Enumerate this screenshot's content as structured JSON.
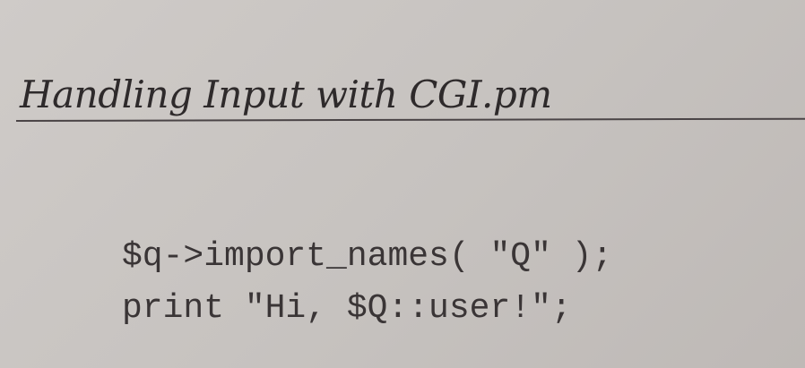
{
  "section": {
    "heading": "Handling Input with CGI.pm"
  },
  "code": {
    "lines": [
      "$q->import_names( \"Q\" );",
      "print \"Hi, $Q::user!\";"
    ]
  }
}
